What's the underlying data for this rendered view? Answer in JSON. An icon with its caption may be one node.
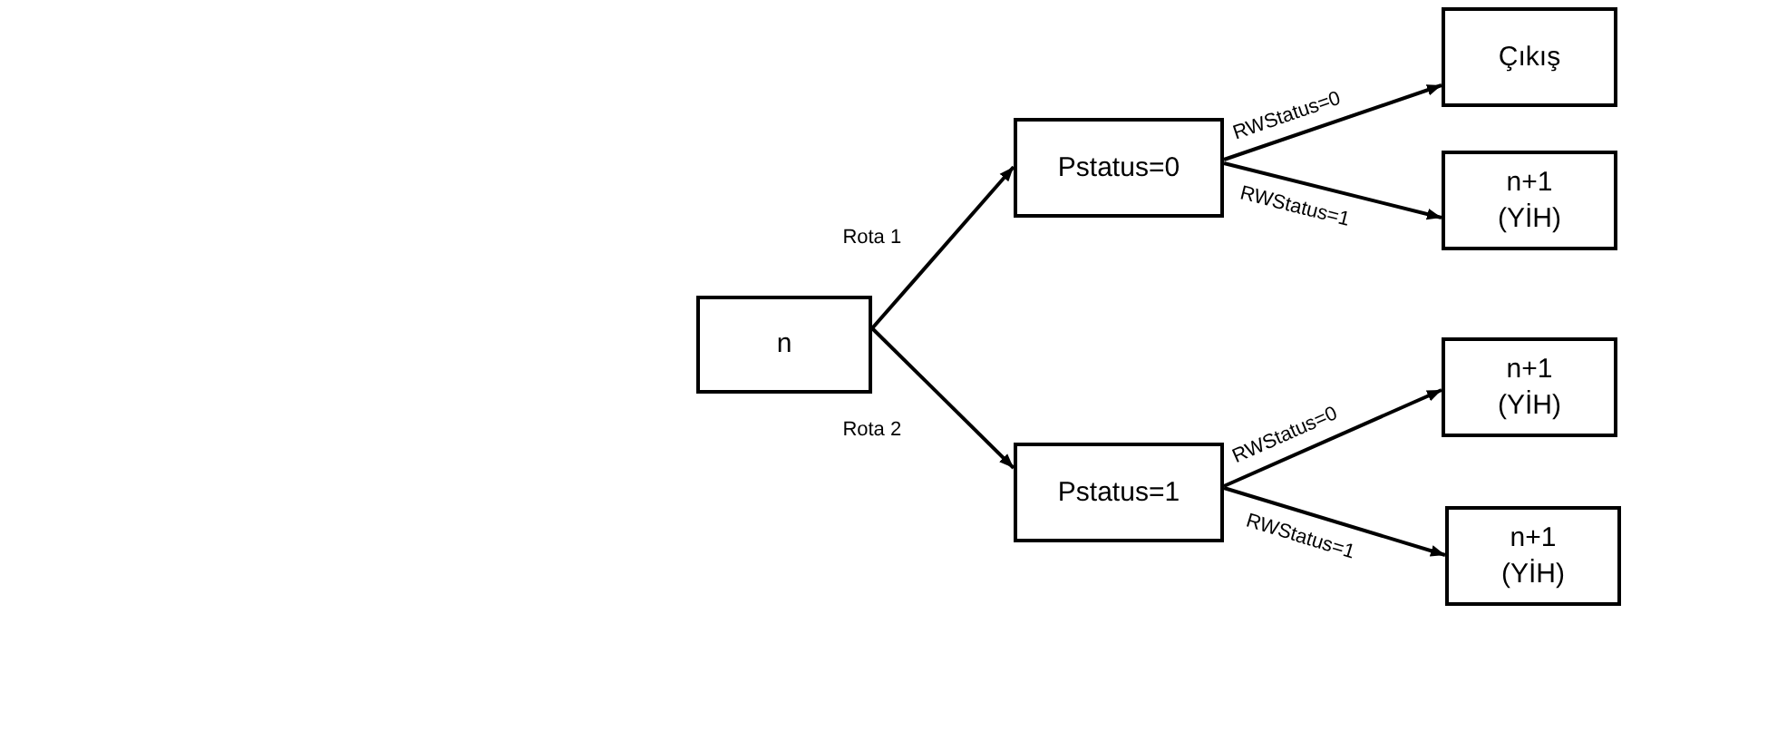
{
  "diagram": {
    "nodes": [
      {
        "text": [
          "n"
        ]
      },
      {
        "text": [
          "Pstatus=0"
        ]
      },
      {
        "text": [
          "Pstatus=1"
        ]
      },
      {
        "text": [
          "Çıkış"
        ]
      },
      {
        "text": [
          "n+1 (YİH)"
        ]
      },
      {
        "text": [
          "n+1 (YİH)"
        ]
      },
      {
        "text": [
          "n+1 (YİH)"
        ]
      }
    ],
    "edges": [
      {
        "from": 0,
        "to": 1,
        "arrow": "to",
        "label": "Rota 1"
      },
      {
        "from": 0,
        "to": 2,
        "arrow": "to",
        "label": "Rota 2"
      },
      {
        "from": 1,
        "to": 3,
        "arrow": "to",
        "label": "RWStatus=0"
      },
      {
        "from": 1,
        "to": 4,
        "arrow": "to",
        "label": "RWStatus=1"
      },
      {
        "from": 2,
        "to": 5,
        "arrow": "to",
        "label": "RWStatus=0"
      },
      {
        "from": 2,
        "to": 6,
        "arrow": "to",
        "label": "RWStatus=1"
      }
    ]
  }
}
